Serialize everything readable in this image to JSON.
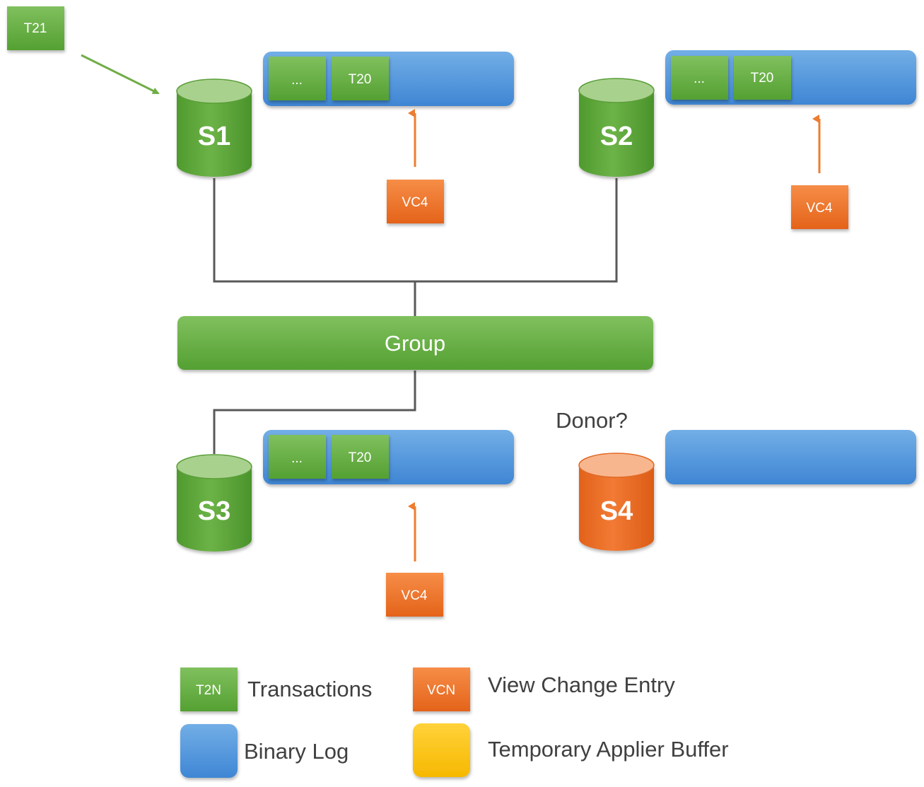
{
  "incoming_transaction": "T21",
  "group_label": "Group",
  "donor_label": "Donor?",
  "servers": {
    "s1": {
      "name": "S1",
      "binlog": [
        "...",
        "T20"
      ],
      "view_change": "VC4"
    },
    "s2": {
      "name": "S2",
      "binlog": [
        "...",
        "T20"
      ],
      "view_change": "VC4"
    },
    "s3": {
      "name": "S3",
      "binlog": [
        "...",
        "T20"
      ],
      "view_change": "VC4"
    },
    "s4": {
      "name": "S4"
    }
  },
  "legend": {
    "transactions": {
      "swatch": "T2N",
      "label": "Transactions"
    },
    "view_change": {
      "swatch": "VCN",
      "label": "View Change Entry"
    },
    "binary_log": {
      "label": "Binary Log"
    },
    "applier_buffer": {
      "label": "Temporary Applier Buffer"
    }
  },
  "colors": {
    "transaction_green": "#5ea73b",
    "binlog_blue": "#4a8fd8",
    "view_change_orange": "#ee6f22",
    "applier_buffer_yellow": "#ffc000",
    "connector_gray": "#595959"
  }
}
